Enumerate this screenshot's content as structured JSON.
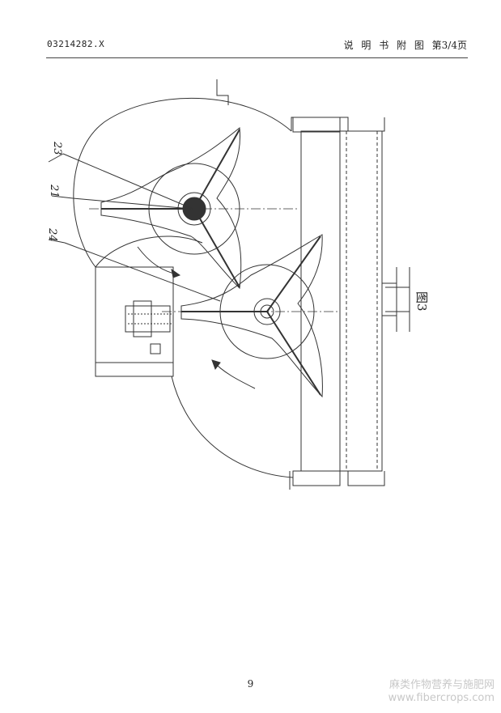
{
  "header": {
    "doc_number": "03214282.X",
    "section_title": "说 明 书 附 图",
    "page_of": "第3/4页"
  },
  "figure": {
    "label": "图3",
    "callouts": [
      "23",
      "21",
      "24"
    ]
  },
  "footer": {
    "page_number": "9"
  },
  "watermark": {
    "line1": "麻类作物营养与施肥网",
    "line2": "www.fibercrops.com"
  }
}
